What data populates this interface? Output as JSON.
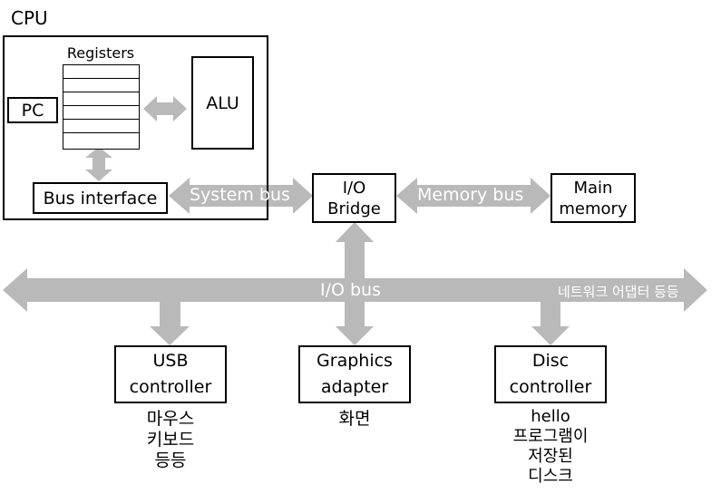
{
  "cpu": {
    "title": "CPU",
    "registers_label": "Registers",
    "pc_label": "PC",
    "alu_label": "ALU",
    "bus_interface_label": "Bus interface"
  },
  "buses": {
    "system_bus": "System bus",
    "memory_bus": "Memory bus",
    "io_bus": "I/O bus",
    "network_adapter": "네트워크 어댑터 등등"
  },
  "io_bridge": {
    "label": "I/O\nBridge"
  },
  "main_memory": {
    "label": "Main\nmemory"
  },
  "devices": {
    "usb": {
      "label": "USB\ncontroller",
      "caption": "마우스\n키보드\n등등"
    },
    "graphics": {
      "label": "Graphics\nadapter",
      "caption": "화면"
    },
    "disc": {
      "label": "Disc\ncontroller",
      "caption": "hello\n프로그램이\n저장된\n디스크"
    }
  },
  "colors": {
    "bus": "#b9b9b9",
    "border": "#000000",
    "bus_text": "#ffffff"
  }
}
